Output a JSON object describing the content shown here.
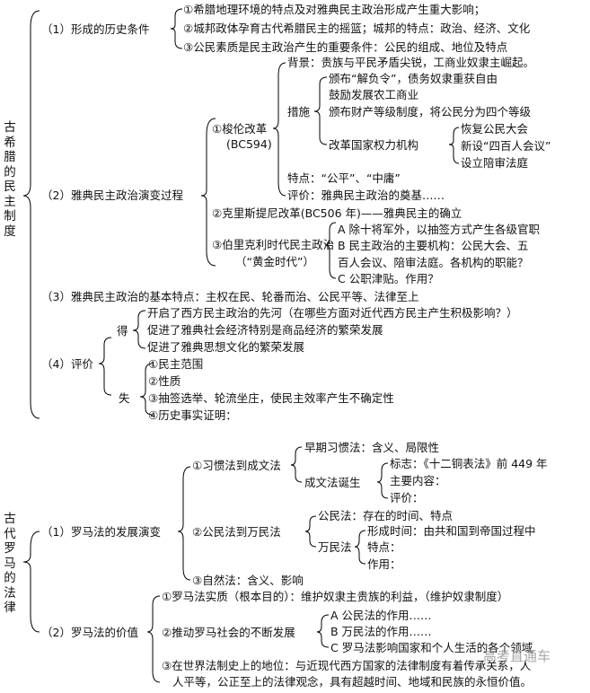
{
  "greece": {
    "title_chars": [
      "古",
      "希",
      "腊",
      "的",
      "民",
      "主",
      "制",
      "度"
    ],
    "s1": {
      "label": "（1）形成的历史条件",
      "items": [
        "①希腊地理环境的特点及对雅典民主政治形成产生重大影响；",
        "②城邦政体孕育古代希腊民主的摇篮；城邦的特点：政治、经济、文化",
        "③公民素质是民主政治产生的重要条件：公民的组成、地位及特点"
      ]
    },
    "s2": {
      "label": "（2）雅典民主政治演变过程",
      "solon": {
        "name": "①梭伦改革",
        "year": "(BC594)",
        "background": "背景：贵族与平民矛盾尖锐，工商业奴隶主崛起。",
        "measures_label": "措施",
        "measures": [
          "颁布“解负令”，债务奴隶重获自由",
          "鼓励发展农工商业",
          "颁布财产等级制度，将公民分为四个等级"
        ],
        "reform_label": "改革国家权力机构",
        "reform_items": [
          "恢复公民大会",
          "新设“四百人会议”",
          "设立陪审法庭"
        ],
        "feature": "特点：“公平”、“中庸”",
        "evaluation": "评价：雅典民主政治的奠基……"
      },
      "cleisthenes": "②克里斯提尼改革(BC506 年)——雅典民主的确立",
      "pericles": {
        "name": "③伯里克利时代民主政治",
        "golden": "（“黄金时代”）",
        "items": [
          "A 除十将军外，以抽签方式产生各级官职",
          "B 民主政治的主要机构：公民大会、五",
          "百人会议、陪审法庭。各机构的职能？",
          "C 公职津贴。作用？"
        ]
      }
    },
    "s3": {
      "label": "（3）雅典民主政治的基本特点：主权在民、轮番而治、公民平等、法律至上"
    },
    "s4": {
      "label": "（4）评价",
      "gain_label": "得",
      "gain_items": [
        "开启了西方民主政治的先河（在哪些方面对近代西方民主产生积极影响？）",
        "促进了雅典社会经济特别是商品经济的繁荣发展",
        "促进了雅典思想文化的繁荣发展"
      ],
      "loss_label": "失",
      "loss_items": [
        "①民主范围",
        "②性质",
        "③抽签选举、轮流坐庄，使民主效率产生不确定性",
        "④历史事实证明："
      ]
    }
  },
  "rome": {
    "title_chars": [
      "古",
      "代",
      "罗",
      "马",
      "的",
      "法",
      "律"
    ],
    "s1": {
      "label": "（1）罗马法的发展演变",
      "custom": {
        "name": "①习惯法到成文法",
        "early": "早期习惯法：含义、局限性",
        "written_label": "成文法诞生",
        "written_items": [
          "标志：《十二铜表法》前 449 年",
          "主要内容：",
          "评价："
        ]
      },
      "civil": {
        "name": "②公民法到万民法",
        "civil_law": "公民法：存在的时间、特点",
        "jus_label": "万民法",
        "jus_items": [
          "形成时间：由共和国到帝国过程中",
          "特点：",
          "作用："
        ]
      },
      "natural": "③自然法：含义、影响"
    },
    "s2": {
      "label": "（2）罗马法的价值",
      "essence": "①罗马法实质（根本目的）：维护奴隶主贵族的利益，（维护奴隶制度）",
      "promote": "②推动罗马社会的不断发展",
      "promote_items": [
        "A 公民法的作用……",
        "B 万民法的作用……",
        "C 罗马法影响国家和个人生活的各个领域"
      ],
      "status_line1": "③在世界法制史上的地位：与近现代西方国家的法律制度有着传承关系，人",
      "status_line2": "人平等，公正至上的法律观念，具有超越时间、地域和民族的永恒价值。"
    }
  },
  "watermark": "高考直通车"
}
